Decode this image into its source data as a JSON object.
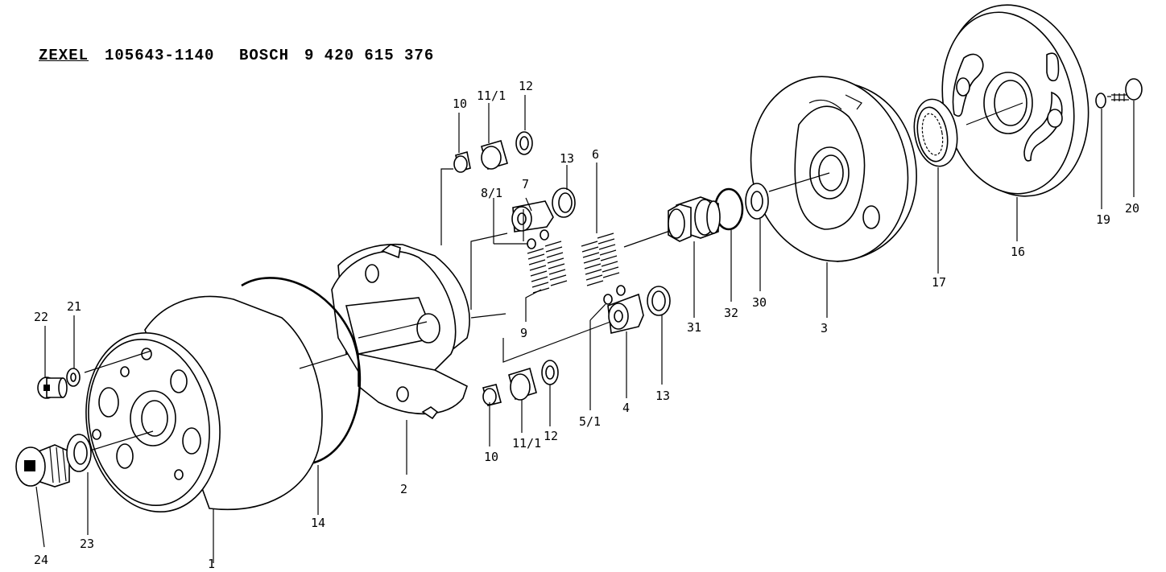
{
  "header": {
    "brand1": "ZEXEL",
    "part_no1": "105643-1140",
    "brand2": "BOSCH",
    "part_no2": "9 420 615 376"
  },
  "callouts": [
    "1",
    "2",
    "3",
    "4",
    "5/1",
    "6",
    "7",
    "8/1",
    "9",
    "10",
    "11/1",
    "12",
    "13",
    "14",
    "16",
    "17",
    "19",
    "20",
    "21",
    "22",
    "23",
    "24",
    "30",
    "31",
    "32",
    "10",
    "11/1",
    "12",
    "13"
  ]
}
